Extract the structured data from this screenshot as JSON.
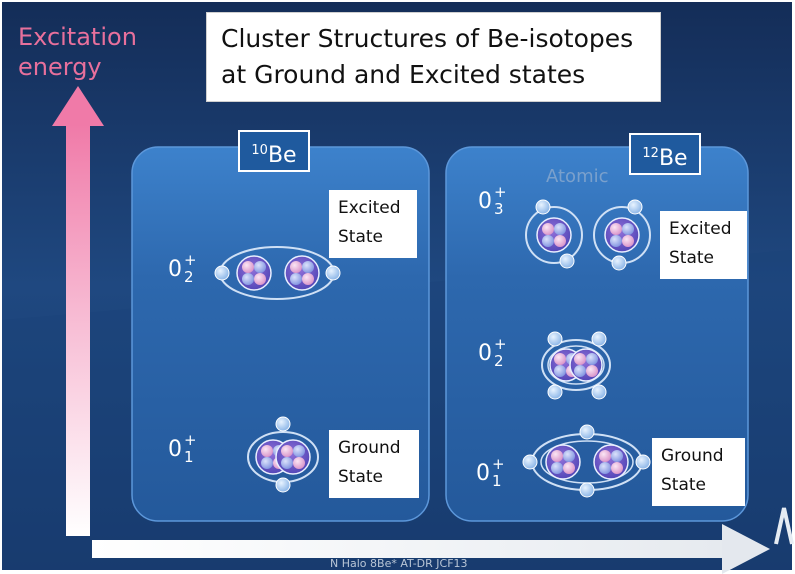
{
  "title": {
    "line1": "Cluster Structures of Be-isotopes",
    "line2": "at Ground and Excited states"
  },
  "vertical_axis": {
    "line1": "Excitation",
    "line2": "energy",
    "color": "#e8709c"
  },
  "panels": [
    {
      "isotope_mass": "10",
      "isotope_symbol": "Be",
      "levels": [
        {
          "base": "0",
          "sup": "+",
          "sub": "2"
        },
        {
          "base": "0",
          "sup": "+",
          "sub": "1"
        }
      ],
      "excited_note": {
        "line1": "Excited",
        "line2": "State"
      },
      "ground_note": {
        "line1": "Ground",
        "line2": "State"
      }
    },
    {
      "isotope_mass": "12",
      "isotope_symbol": "Be",
      "faded_label": "Atomic",
      "levels": [
        {
          "base": "0",
          "sup": "+",
          "sub": "3"
        },
        {
          "base": "0",
          "sup": "+",
          "sub": "2"
        },
        {
          "base": "0",
          "sup": "+",
          "sub": "1"
        }
      ],
      "excited_note": {
        "line1": "Excited",
        "line2": "State"
      },
      "ground_note": {
        "line1": "Ground",
        "line2": "State"
      }
    }
  ],
  "footer_text": "N Halo 8Be* AT-DR JCF13",
  "colors": {
    "background": "#1c3c6e",
    "panel": "#2f6db3",
    "nucleon_pink": "#e7a6d6",
    "nucleon_blue": "#8fa4ea",
    "neutron": "#9fc3f0"
  }
}
